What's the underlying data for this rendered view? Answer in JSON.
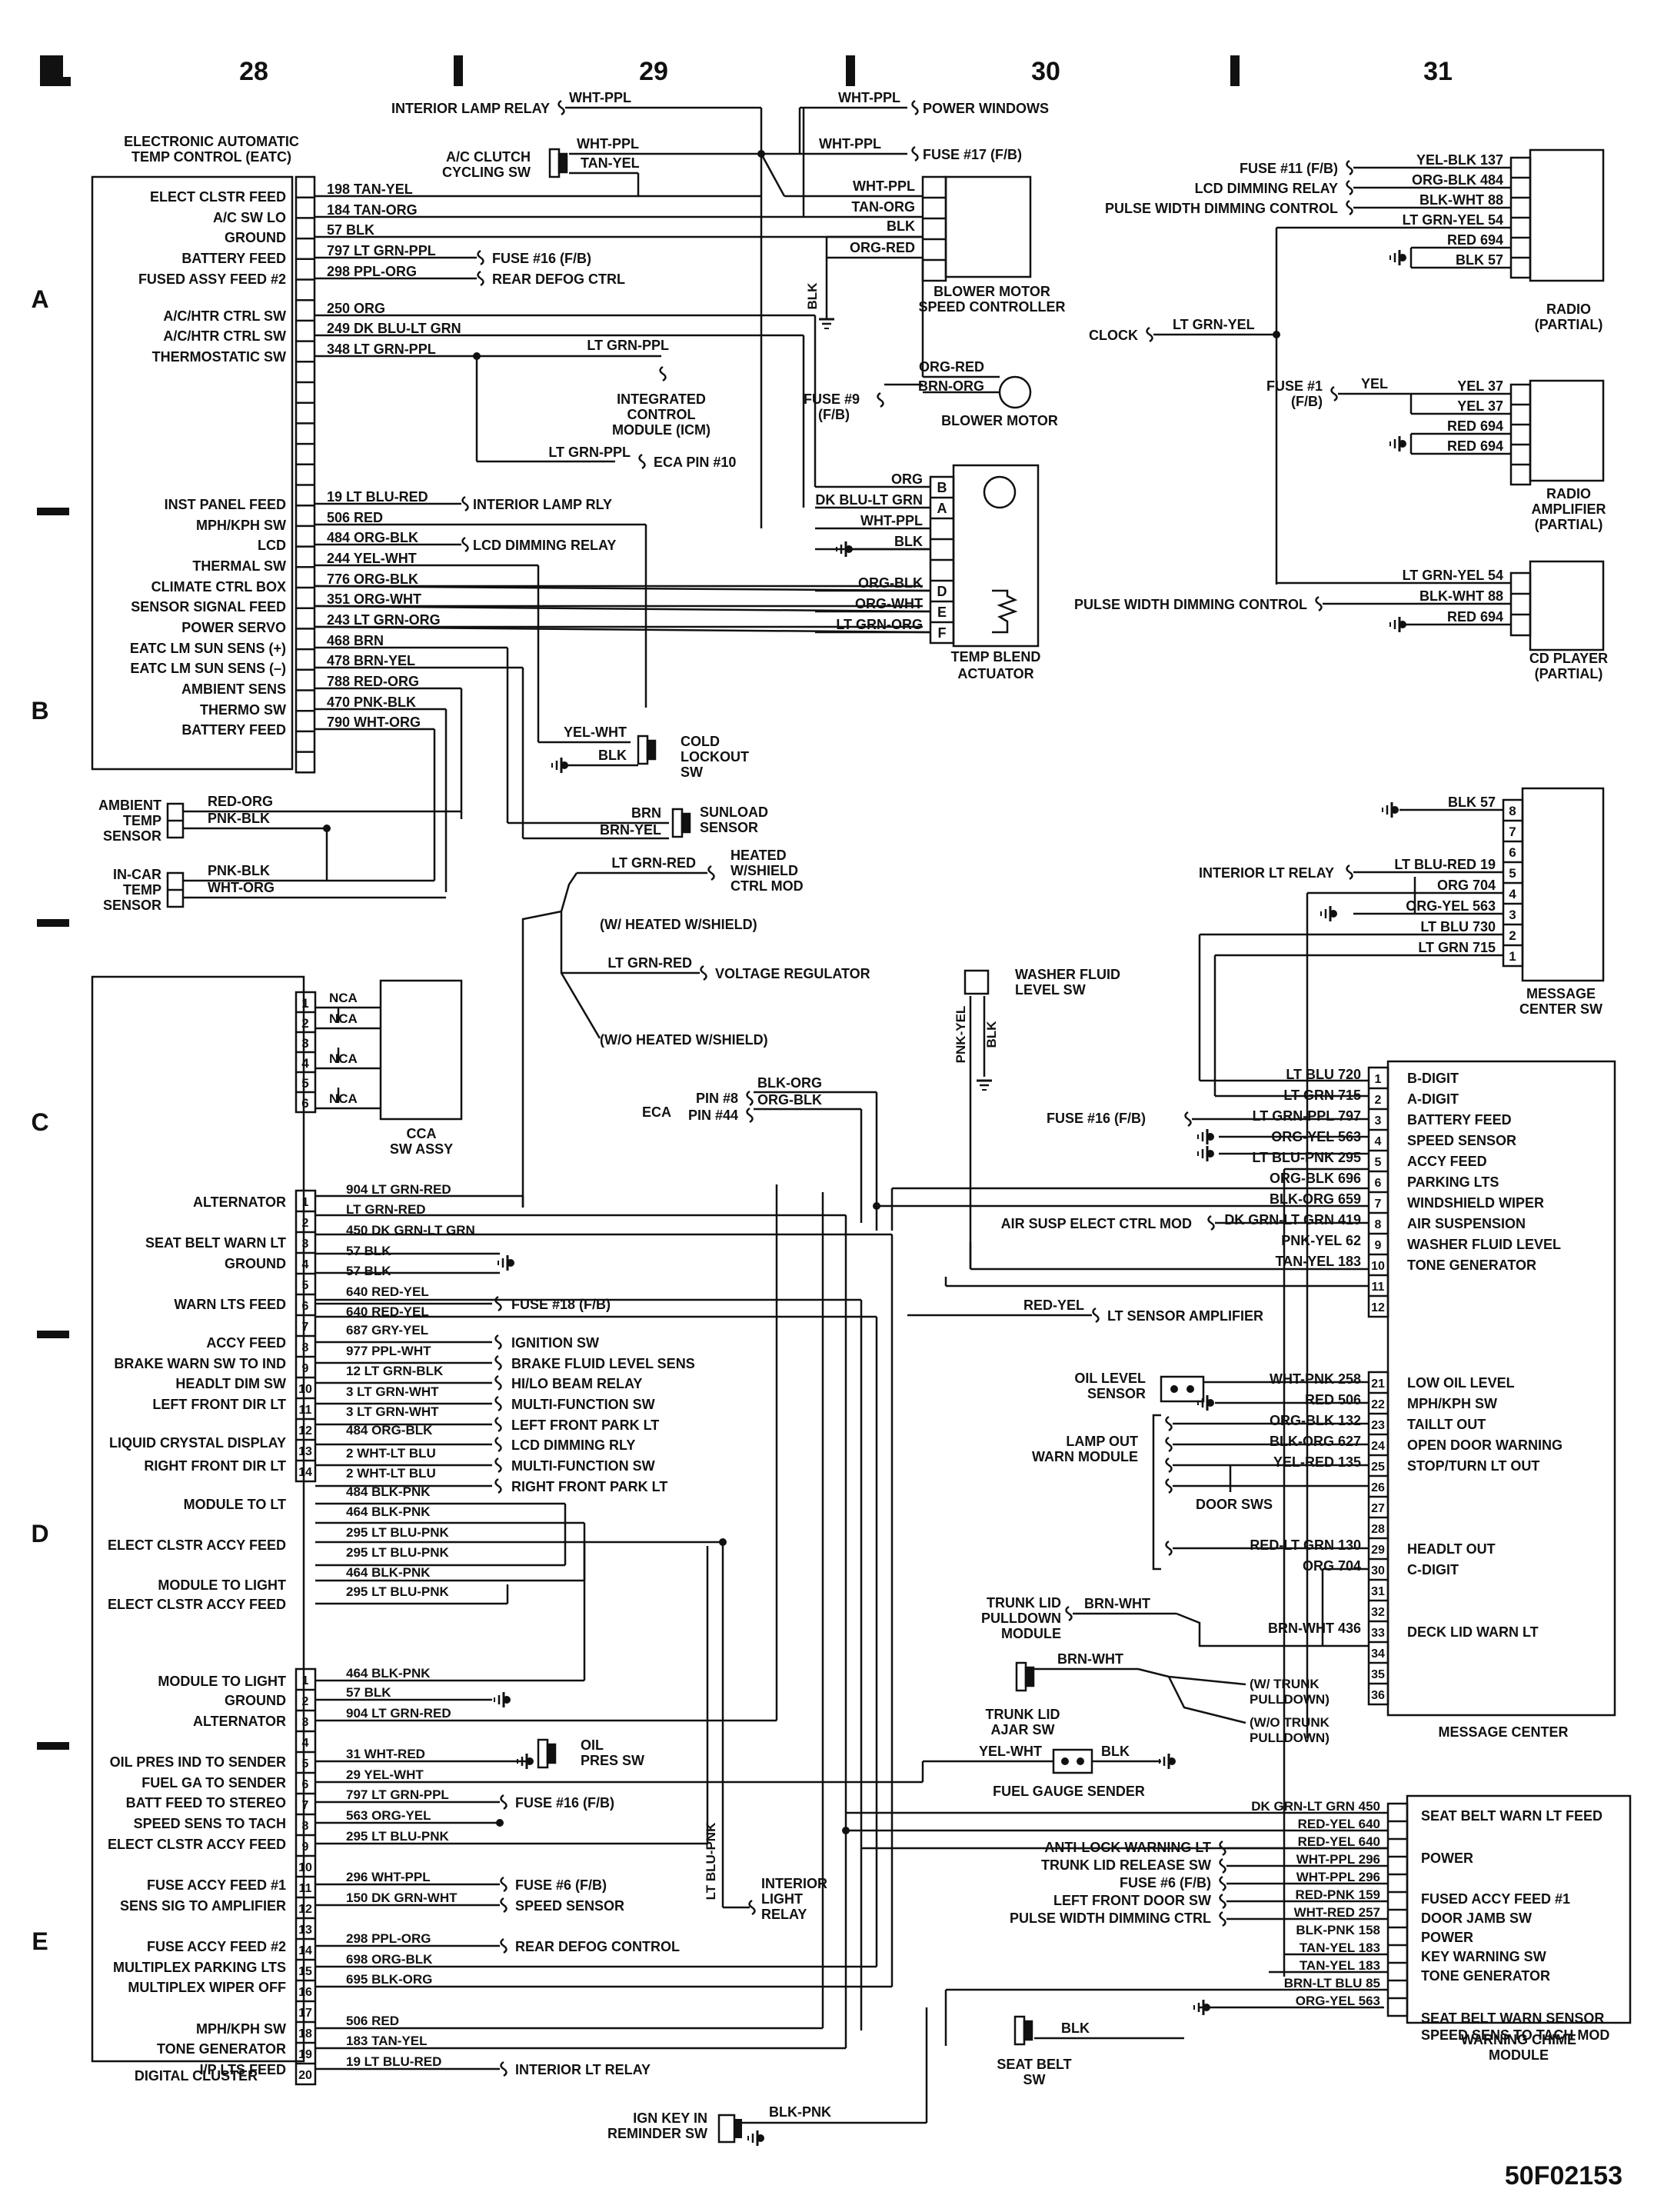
{
  "page": {
    "code": "50F02153"
  },
  "grid": {
    "columns": [
      "28",
      "29",
      "30",
      "31"
    ],
    "rows": [
      "A",
      "B",
      "C",
      "D",
      "E"
    ]
  },
  "eatc": {
    "title": [
      "ELECTRONIC AUTOMATIC",
      "TEMP CONTROL (EATC)"
    ],
    "pins": [
      {
        "label": "ELECT CLSTR FEED",
        "wire": "198 TAN-YEL"
      },
      {
        "label": "A/C SW LO",
        "wire": "184 TAN-ORG"
      },
      {
        "label": "GROUND",
        "wire": "57 BLK"
      },
      {
        "label": "BATTERY FEED",
        "wire": "797 LT GRN-PPL"
      },
      {
        "label": "FUSED ASSY FEED #2",
        "wire": "298 PPL-ORG"
      },
      {
        "label": "",
        "wire": ""
      },
      {
        "label": "A/C/HTR CTRL SW",
        "wire": "250 ORG"
      },
      {
        "label": "A/C/HTR CTRL SW",
        "wire": "249 DK BLU-LT GRN"
      },
      {
        "label": "THERMOSTATIC SW",
        "wire": "348 LT GRN-PPL"
      },
      {
        "label": "INST PANEL FEED",
        "wire": "19 LT BLU-RED"
      },
      {
        "label": "MPH/KPH SW",
        "wire": "506 RED"
      },
      {
        "label": "LCD",
        "wire": "484 ORG-BLK"
      },
      {
        "label": "THERMAL SW",
        "wire": "244 YEL-WHT"
      },
      {
        "label": "CLIMATE CTRL BOX",
        "wire": "776 ORG-BLK"
      },
      {
        "label": "SENSOR SIGNAL FEED",
        "wire": "351 ORG-WHT"
      },
      {
        "label": "POWER SERVO",
        "wire": "243 LT GRN-ORG"
      },
      {
        "label": "EATC LM SUN SENS (+)",
        "wire": "468 BRN"
      },
      {
        "label": "EATC LM SUN SENS (–)",
        "wire": "478 BRN-YEL"
      },
      {
        "label": "AMBIENT SENS",
        "wire": "788 RED-ORG"
      },
      {
        "label": "THERMO SW",
        "wire": "470 PNK-BLK"
      },
      {
        "label": "BATTERY FEED",
        "wire": "790 WHT-ORG"
      }
    ],
    "dests": {
      "fuse16": "FUSE #16 (F/B)",
      "rear_defog": "REAR DEFOG CTRL",
      "interior_lamp_rly": "INTERIOR LAMP RLY",
      "lcd_dimming": "LCD DIMMING RELAY"
    }
  },
  "top_area": {
    "interior_lamp_relay": "INTERIOR LAMP RELAY",
    "wht_ppl": "WHT-PPL",
    "tan_yel": "TAN-YEL",
    "ac_clutch": [
      "A/C CLUTCH",
      "CYCLING SW"
    ],
    "power_windows": "POWER WINDOWS",
    "fuse17": "FUSE #17 (F/B)"
  },
  "blower_ctrl": {
    "title": [
      "BLOWER MOTOR",
      "SPEED CONTROLLER"
    ],
    "wires": [
      "WHT-PPL",
      "TAN-ORG",
      "BLK",
      "ORG-RED"
    ],
    "blk": "BLK"
  },
  "icm": {
    "title": [
      "INTEGRATED",
      "CONTROL",
      "MODULE (ICM)"
    ],
    "wire": "LT GRN-PPL",
    "eca_wire": "LT GRN-PPL",
    "eca_pin": "ECA PIN #10"
  },
  "blower_motor": {
    "title": "BLOWER MOTOR",
    "fuse": [
      "FUSE #9",
      "(F/B)"
    ],
    "wires": [
      "ORG-RED",
      "BRN-ORG"
    ]
  },
  "temp_blend": {
    "title": [
      "TEMP BLEND",
      "ACTUATOR"
    ],
    "pins": [
      "B",
      "A",
      "",
      "",
      "D",
      "E",
      "F",
      ""
    ],
    "wires": [
      "ORG",
      "DK BLU-LT GRN",
      "WHT-PPL",
      "BLK",
      "ORG-BLK",
      "ORG-WHT",
      "LT GRN-ORG"
    ]
  },
  "cold_lockout": {
    "title": [
      "COLD",
      "LOCKOUT",
      "SW"
    ],
    "wires": [
      "YEL-WHT",
      "BLK"
    ]
  },
  "sunload": {
    "title": [
      "SUNLOAD",
      "SENSOR"
    ],
    "wires": [
      "BRN",
      "BRN-YEL"
    ]
  },
  "ambient_sensor": {
    "title": [
      "AMBIENT",
      "TEMP",
      "SENSOR"
    ],
    "wires": [
      "RED-ORG",
      "PNK-BLK"
    ]
  },
  "incar_sensor": {
    "title": [
      "IN-CAR",
      "TEMP",
      "SENSOR"
    ],
    "wires": [
      "PNK-BLK",
      "WHT-ORG"
    ]
  },
  "heated_shield": {
    "wire1": "LT GRN-RED",
    "title": [
      "HEATED",
      "W/SHIELD",
      "CTRL MOD"
    ],
    "with_label": "(W/ HEATED W/SHIELD)",
    "wire2": "LT GRN-RED",
    "voltage_reg": "VOLTAGE REGULATOR",
    "without_label": "(W/O HEATED W/SHIELD)"
  },
  "cca": {
    "title": [
      "CCA",
      "SW ASSY"
    ],
    "pins": [
      "1",
      "2",
      "3",
      "4",
      "5",
      "6"
    ],
    "nca": [
      "NCA",
      "NCA",
      "NCA",
      "NCA"
    ]
  },
  "radio": {
    "title": [
      "RADIO",
      "(PARTIAL)"
    ],
    "fuse11": "FUSE #11 (F/B)",
    "lcd_dimming": "LCD DIMMING RELAY",
    "pwdc": "PULSE WIDTH DIMMING CONTROL",
    "wires": [
      "YEL-BLK 137",
      "ORG-BLK 484",
      "BLK-WHT 88",
      "LT GRN-YEL 54",
      "RED 694",
      "BLK 57"
    ],
    "clock": "CLOCK",
    "clock_wire": "LT GRN-YEL"
  },
  "radio_amp": {
    "title": [
      "RADIO",
      "AMPLIFIER",
      "(PARTIAL)"
    ],
    "fuse": [
      "FUSE #1",
      "(F/B)"
    ],
    "yel": "YEL",
    "wires": [
      "YEL 37",
      "YEL 37",
      "RED 694",
      "RED 694"
    ]
  },
  "cd_player": {
    "title": [
      "CD PLAYER",
      "(PARTIAL)"
    ],
    "pwdc": "PULSE WIDTH DIMMING CONTROL",
    "wires": [
      "LT GRN-YEL 54",
      "BLK-WHT 88",
      "RED 694"
    ]
  },
  "msg_center_sw": {
    "title": [
      "MESSAGE",
      "CENTER SW"
    ],
    "pins": [
      "8",
      "7",
      "6",
      "5",
      "4",
      "3",
      "2",
      "1"
    ],
    "wires": [
      "BLK 57",
      "",
      "",
      "LT BLU-RED 19",
      "ORG 704",
      "ORG-YEL 563",
      "LT BLU 730",
      "LT GRN 715"
    ],
    "interior_lt_relay": "INTERIOR LT RELAY"
  },
  "washer": {
    "title": [
      "WASHER FLUID",
      "LEVEL SW"
    ],
    "wires": [
      "PNK-YEL",
      "BLK"
    ]
  },
  "eca": {
    "label": "ECA",
    "pins": [
      "PIN #8",
      "PIN #44"
    ],
    "wires": [
      "BLK-ORG",
      "ORG-BLK"
    ]
  },
  "msg_center": {
    "title": "MESSAGE CENTER",
    "pins": [
      {
        "n": "1",
        "wire": "LT BLU 720",
        "label": "B-DIGIT"
      },
      {
        "n": "2",
        "wire": "LT GRN 715",
        "label": "A-DIGIT"
      },
      {
        "n": "3",
        "wire": "LT GRN-PPL 797",
        "label": "BATTERY FEED"
      },
      {
        "n": "4",
        "wire": "ORG-YEL 563",
        "label": "SPEED SENSOR"
      },
      {
        "n": "5",
        "wire": "LT BLU-PNK 295",
        "label": "ACCY FEED"
      },
      {
        "n": "6",
        "wire": "ORG-BLK 696",
        "label": "PARKING LTS"
      },
      {
        "n": "7",
        "wire": "BLK-ORG 659",
        "label": "WINDSHIELD WIPER"
      },
      {
        "n": "8",
        "wire": "DK GRN-LT GRN 419",
        "label": "AIR SUSPENSION"
      },
      {
        "n": "9",
        "wire": "PNK-YEL 62",
        "label": "WASHER FLUID LEVEL"
      },
      {
        "n": "10",
        "wire": "TAN-YEL 183",
        "label": "TONE GENERATOR"
      },
      {
        "n": "11",
        "wire": "",
        "label": ""
      },
      {
        "n": "12",
        "wire": "",
        "label": ""
      },
      {
        "n": "21",
        "wire": "WHT-PNK 258",
        "label": "LOW OIL LEVEL"
      },
      {
        "n": "22",
        "wire": "RED 506",
        "label": "MPH/KPH SW"
      },
      {
        "n": "23",
        "wire": "ORG-BLK 132",
        "label": "TAILLT OUT"
      },
      {
        "n": "24",
        "wire": "BLK-ORG 627",
        "label": "OPEN DOOR WARNING"
      },
      {
        "n": "25",
        "wire": "YEL-RED 135",
        "label": "STOP/TURN LT OUT"
      },
      {
        "n": "26",
        "wire": "",
        "label": ""
      },
      {
        "n": "27",
        "wire": "",
        "label": ""
      },
      {
        "n": "28",
        "wire": "",
        "label": ""
      },
      {
        "n": "29",
        "wire": "RED-LT GRN 130",
        "label": "HEADLT OUT"
      },
      {
        "n": "30",
        "wire": "ORG 704",
        "label": "C-DIGIT"
      },
      {
        "n": "31",
        "wire": "",
        "label": ""
      },
      {
        "n": "32",
        "wire": "",
        "label": ""
      },
      {
        "n": "33",
        "wire": "BRN-WHT 436",
        "label": "DECK LID WARN LT"
      },
      {
        "n": "34",
        "wire": "",
        "label": ""
      },
      {
        "n": "35",
        "wire": "",
        "label": ""
      },
      {
        "n": "36",
        "wire": "",
        "label": ""
      }
    ],
    "fuse16": "FUSE #16 (F/B)",
    "air_susp": "AIR SUSP ELECT CTRL MOD",
    "red_yel": "RED-YEL",
    "lt_sensor_amp": "LT SENSOR AMPLIFIER",
    "oil_level": [
      "OIL LEVEL",
      "SENSOR"
    ],
    "lamp_out": [
      "LAMP OUT",
      "WARN MODULE"
    ],
    "door_sws": "DOOR SWS"
  },
  "trunk": {
    "pulldown": [
      "TRUNK LID",
      "PULLDOWN",
      "MODULE"
    ],
    "ajar": [
      "TRUNK LID",
      "AJAR SW"
    ],
    "wires": [
      "BRN-WHT",
      "BRN-WHT"
    ],
    "with": [
      "(W/ TRUNK",
      "PULLDOWN)"
    ],
    "without": [
      "(W/O TRUNK",
      "PULLDOWN)"
    ]
  },
  "fuel_sender": {
    "title": "FUEL GAUGE SENDER",
    "wires": [
      "YEL-WHT",
      "BLK"
    ]
  },
  "cluster": {
    "title": "DIGITAL CLUSTER",
    "upper": [
      {
        "n": "1",
        "label": "ALTERNATOR",
        "wires": [
          "904 LT GRN-RED",
          "LT GRN-RED"
        ]
      },
      {
        "n": "2",
        "label": "SEAT BELT WARN LT",
        "wires": [
          "450 DK GRN-LT GRN"
        ]
      },
      {
        "n": "3",
        "label": "GROUND",
        "wires": [
          "57 BLK",
          "57 BLK"
        ]
      },
      {
        "n": "4",
        "label": "WARN LTS FEED",
        "wires": [
          "640 RED-YEL",
          "640 RED-YEL"
        ]
      },
      {
        "n": "5",
        "label": "ACCY FEED",
        "wires": [
          "687 GRY-YEL"
        ]
      },
      {
        "n": "6",
        "label": "BRAKE WARN SW TO IND",
        "wires": [
          "977 PPL-WHT"
        ]
      },
      {
        "n": "7",
        "label": "HEADLT DIM SW",
        "wires": [
          "12 LT GRN-BLK"
        ]
      },
      {
        "n": "8",
        "label": "LEFT FRONT DIR LT",
        "wires": [
          "3 LT GRN-WHT",
          "3 LT GRN-WHT"
        ]
      },
      {
        "n": "9",
        "label": "LIQUID CRYSTAL DISPLAY",
        "wires": [
          "484 ORG-BLK"
        ]
      },
      {
        "n": "10",
        "label": "RIGHT FRONT DIR LT",
        "wires": [
          "2 WHT-LT BLU",
          "2 WHT-LT BLU"
        ]
      },
      {
        "n": "11",
        "label": "MODULE TO LT",
        "wires": [
          "484 BLK-PNK",
          "464 BLK-PNK"
        ]
      },
      {
        "n": "12",
        "label": "ELECT CLSTR ACCY FEED",
        "wires": [
          "295 LT BLU-PNK",
          "295 LT BLU-PNK"
        ]
      },
      {
        "n": "13",
        "label": "MODULE TO LIGHT",
        "wires": [
          "464 BLK-PNK"
        ]
      },
      {
        "n": "14",
        "label": "ELECT CLSTR ACCY FEED",
        "wires": [
          "295 LT BLU-PNK"
        ]
      }
    ],
    "upper_dests": [
      "FUSE #18 (F/B)",
      "IGNITION SW",
      "BRAKE FLUID LEVEL SENS",
      "HI/LO BEAM RELAY",
      "MULTI-FUNCTION SW",
      "LEFT FRONT PARK LT",
      "LCD DIMMING RLY",
      "MULTI-FUNCTION SW",
      "RIGHT FRONT PARK LT"
    ],
    "lower": [
      {
        "n": "1",
        "label": "MODULE TO LIGHT",
        "wire": "464 BLK-PNK"
      },
      {
        "n": "2",
        "label": "GROUND",
        "wire": "57 BLK"
      },
      {
        "n": "3",
        "label": "ALTERNATOR",
        "wire": "904 LT GRN-RED"
      },
      {
        "n": "4",
        "label": "",
        "wire": ""
      },
      {
        "n": "5",
        "label": "OIL PRES IND TO SENDER",
        "wire": "31 WHT-RED"
      },
      {
        "n": "6",
        "label": "FUEL GA TO SENDER",
        "wire": "29 YEL-WHT"
      },
      {
        "n": "7",
        "label": "BATT FEED TO STEREO",
        "wire": "797 LT GRN-PPL"
      },
      {
        "n": "8",
        "label": "SPEED SENS TO TACH",
        "wire": "563 ORG-YEL"
      },
      {
        "n": "9",
        "label": "ELECT CLSTR ACCY FEED",
        "wire": "295 LT BLU-PNK"
      },
      {
        "n": "10",
        "label": "",
        "wire": ""
      },
      {
        "n": "11",
        "label": "FUSE ACCY FEED #1",
        "wire": "296 WHT-PPL"
      },
      {
        "n": "12",
        "label": "SENS SIG TO AMPLIFIER",
        "wire": "150 DK GRN-WHT"
      },
      {
        "n": "13",
        "label": "",
        "wire": ""
      },
      {
        "n": "14",
        "label": "FUSE ACCY FEED #2",
        "wire": "298 PPL-ORG"
      },
      {
        "n": "15",
        "label": "MULTIPLEX PARKING LTS",
        "wire": "698 ORG-BLK"
      },
      {
        "n": "16",
        "label": "MULTIPLEX WIPER OFF",
        "wire": "695 BLK-ORG"
      },
      {
        "n": "17",
        "label": "",
        "wire": ""
      },
      {
        "n": "18",
        "label": "MPH/KPH SW",
        "wire": "506 RED"
      },
      {
        "n": "19",
        "label": "TONE GENERATOR",
        "wire": "183 TAN-YEL"
      },
      {
        "n": "20",
        "label": "I/P LTS FEED",
        "wire": "19 LT BLU-RED"
      }
    ],
    "oil_sw": [
      "OIL",
      "PRES SW"
    ],
    "fuse16": "FUSE #16 (F/B)",
    "fuse6": "FUSE #6 (F/B)",
    "speed_sensor": "SPEED SENSOR",
    "rear_defog": "REAR DEFOG CONTROL",
    "interior_lt_relay": "INTERIOR LT RELAY"
  },
  "interior_light_relay": {
    "title": [
      "INTERIOR",
      "LIGHT",
      "RELAY"
    ],
    "wire": "LT BLU-PNK"
  },
  "ign_key": {
    "title": [
      "IGN KEY IN",
      "REMINDER SW"
    ],
    "wire": "BLK-PNK"
  },
  "chime": {
    "title": [
      "WARNING CHIME",
      "MODULE"
    ],
    "rows": [
      {
        "wire": "DK GRN-LT GRN 450",
        "label": "SEAT BELT WARN LT FEED",
        "left": ""
      },
      {
        "wire": "RED-YEL 640",
        "label": "",
        "left": ""
      },
      {
        "wire": "RED-YEL 640",
        "label": "POWER",
        "left": "ANTI-LOCK WARNING LT"
      },
      {
        "wire": "WHT-PPL 296",
        "label": "",
        "left": "TRUNK LID RELEASE SW"
      },
      {
        "wire": "WHT-PPL 296",
        "label": "FUSED ACCY FEED #1",
        "left": "FUSE #6 (F/B)"
      },
      {
        "wire": "RED-PNK 159",
        "label": "DOOR JAMB SW",
        "left": "LEFT FRONT DOOR SW"
      },
      {
        "wire": "WHT-RED 257",
        "label": "POWER",
        "left": "PULSE WIDTH DIMMING CTRL"
      },
      {
        "wire": "BLK-PNK 158",
        "label": "KEY WARNING SW",
        "left": ""
      },
      {
        "wire": "TAN-YEL 183",
        "label": "TONE GENERATOR",
        "left": ""
      },
      {
        "wire": "TAN-YEL 183",
        "label": "",
        "left": ""
      },
      {
        "wire": "BRN-LT BLU 85",
        "label": "SEAT BELT WARN SENSOR",
        "left": ""
      },
      {
        "wire": "ORG-YEL 563",
        "label": "SPEED SENS TO TACH MOD",
        "left": ""
      }
    ],
    "seat_belt_sw": [
      "SEAT BELT",
      "SW"
    ],
    "blk": "BLK"
  }
}
